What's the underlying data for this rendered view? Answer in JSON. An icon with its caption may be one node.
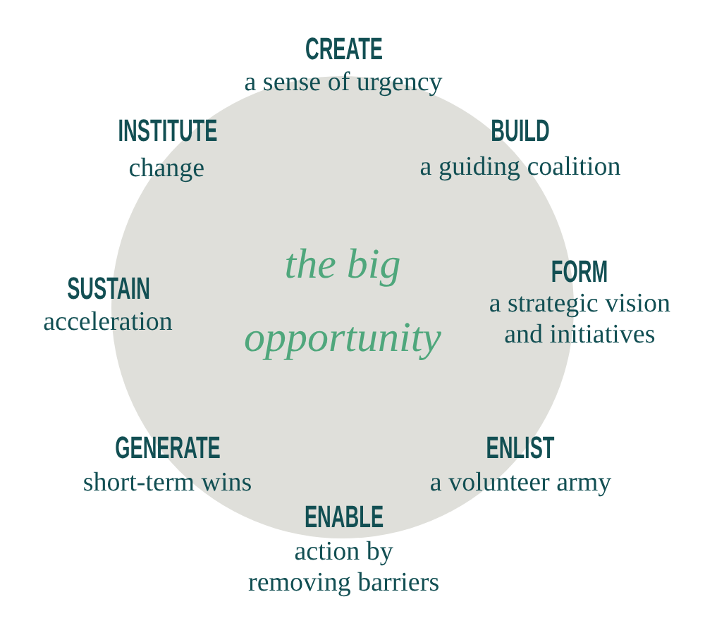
{
  "diagram": {
    "nodes": [
      {
        "text": [
          "the big opportunity"
        ]
      }
    ],
    "labels": [
      "CREATE",
      "a sense of urgency",
      "INSTITUTE",
      "change",
      "BUILD",
      "a guiding coalition",
      "SUSTAIN",
      "acceleration",
      "FORM",
      "a strategic vision and initiatives",
      "GENERATE",
      "short-term wins",
      "ENLIST",
      "a volunteer army",
      "ENABLE",
      "action by removing barriers"
    ]
  }
}
